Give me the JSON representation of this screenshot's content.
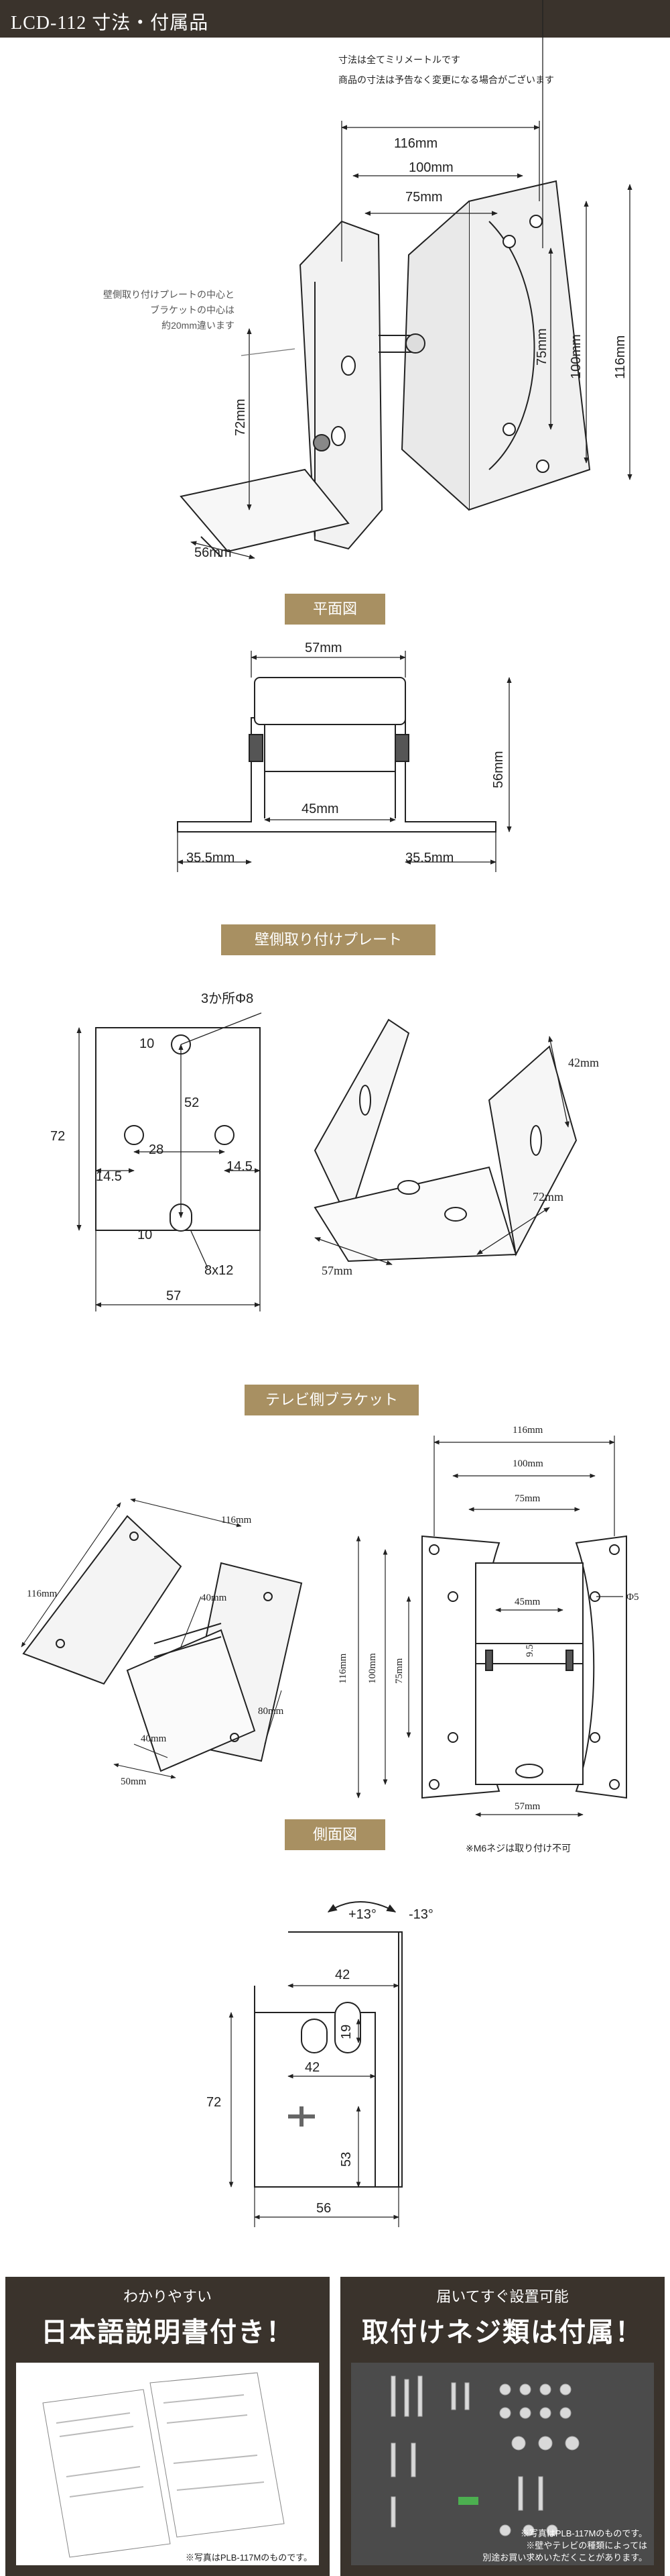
{
  "header": {
    "title": "LCD-112 寸法・付属品"
  },
  "notes": [
    "寸法は全てミリメートルです",
    "商品の寸法は予告なく変更になる場合がございます"
  ],
  "callout": [
    "壁側取り付けプレートの中心と",
    "ブラケットの中心は",
    "約20mm違います"
  ],
  "overview": {
    "w116": "116mm",
    "w100": "100mm",
    "w75": "75mm",
    "h75": "75mm",
    "h100": "100mm",
    "h116": "116mm",
    "h72": "72mm",
    "d56": "56mm"
  },
  "plan": {
    "title": "平面図",
    "top": "57mm",
    "inner": "45mm",
    "left": "35.5mm",
    "right": "35.5mm",
    "height": "56mm"
  },
  "wall": {
    "title": "壁側取り付けプレート",
    "holes": "3か所Φ8",
    "d10a": "10",
    "d52": "52",
    "d72": "72",
    "d28": "28",
    "d145a": "14.5",
    "d145b": "14.5",
    "d10b": "10",
    "slot": "8x12",
    "d57": "57",
    "iso42": "42mm",
    "iso72": "72mm",
    "iso57": "57mm"
  },
  "bracket": {
    "title": "テレビ側ブラケット",
    "iso116a": "116mm",
    "iso116b": "116mm",
    "iso40a": "40mm",
    "iso40b": "40mm",
    "iso80": "80mm",
    "iso50": "50mm",
    "f116": "116mm",
    "f100": "100mm",
    "f75": "75mm",
    "f45": "45mm",
    "fv116": "116mm",
    "fv100": "100mm",
    "fv75": "75mm",
    "f95": "9.5",
    "fphi": "Φ5",
    "f57": "57mm",
    "note": "※M6ネジは取り付け不可"
  },
  "side": {
    "title": "側面図",
    "plus": "+13°",
    "minus": "-13°",
    "d42a": "42",
    "d19": "19",
    "d42b": "42",
    "d72": "72",
    "d53": "53",
    "d56": "56"
  },
  "footer_left": {
    "small": "わかりやすい",
    "big": "日本語説明書付き！",
    "caption": "※写真はPLB-117Mのものです。"
  },
  "footer_right": {
    "small": "届いてすぐ設置可能",
    "big": "取付けネジ類は付属！",
    "caption1": "※写真はPLB-117Mのものです。",
    "caption2": "※壁やテレビの種類によっては",
    "caption3": "別途お買い求めいただくことがあります。"
  }
}
